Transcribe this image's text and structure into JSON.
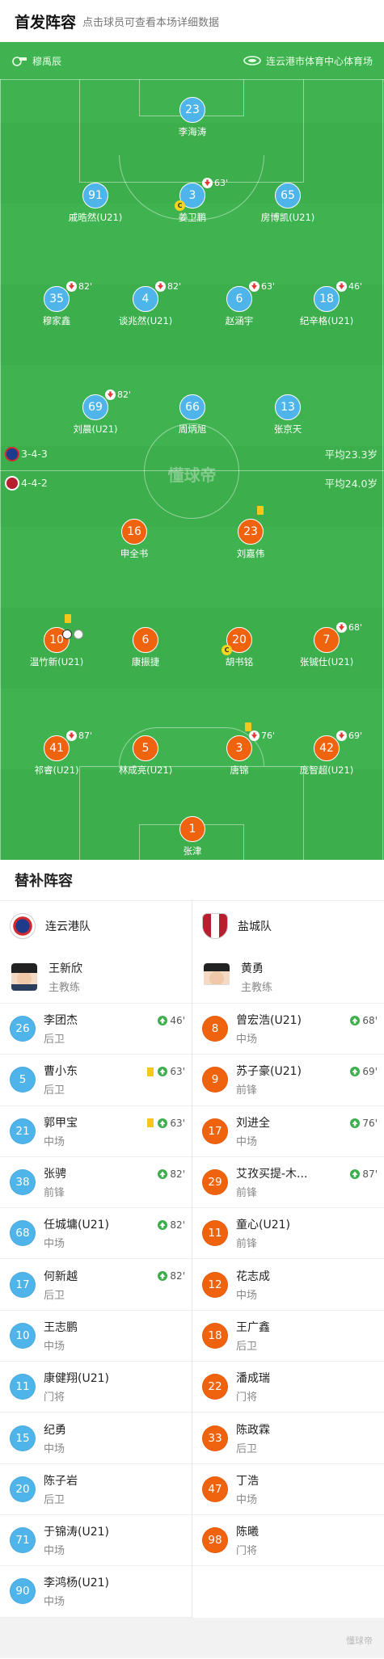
{
  "header": {
    "title": "首发阵容",
    "subtitle": "点击球员可查看本场详细数据"
  },
  "referee": "穆禹辰",
  "venue": "连云港市体育中心体育场",
  "watermark": "懂球帝",
  "home": {
    "formation": "3-4-3",
    "avg_age": "平均23.3岁",
    "color": "#4fb4ea"
  },
  "away": {
    "formation": "4-4-2",
    "avg_age": "平均24.0岁",
    "color": "#f0630e"
  },
  "home_players": [
    {
      "num": "23",
      "name": "李海涛"
    },
    {
      "num": "91",
      "name": "戚晧然(U21)"
    },
    {
      "num": "3",
      "name": "姜卫鹏",
      "sub": "63'",
      "captain": "C"
    },
    {
      "num": "65",
      "name": "房博凯(U21)"
    },
    {
      "num": "35",
      "name": "穆家鑫",
      "sub": "82'"
    },
    {
      "num": "4",
      "name": "谈兆然(U21)",
      "sub": "82'"
    },
    {
      "num": "6",
      "name": "赵涵宇",
      "sub": "63'"
    },
    {
      "num": "18",
      "name": "纪辛格(U21)",
      "sub": "46'"
    },
    {
      "num": "69",
      "name": "刘晨(U21)",
      "sub": "82'"
    },
    {
      "num": "66",
      "name": "周炳旭"
    },
    {
      "num": "13",
      "name": "张京天"
    }
  ],
  "away_players": [
    {
      "num": "16",
      "name": "申全书"
    },
    {
      "num": "23",
      "name": "刘嘉伟"
    },
    {
      "num": "10",
      "name": "温竹新(U21)"
    },
    {
      "num": "6",
      "name": "康振捷"
    },
    {
      "num": "20",
      "name": "胡书铭",
      "captain": "C"
    },
    {
      "num": "7",
      "name": "张铖仕(U21)",
      "sub": "68'"
    },
    {
      "num": "41",
      "name": "祁睿(U21)",
      "sub": "87'"
    },
    {
      "num": "5",
      "name": "林成亮(U21)"
    },
    {
      "num": "3",
      "name": "唐锦",
      "sub": "76'"
    },
    {
      "num": "42",
      "name": "庞智超(U21)",
      "sub": "69'"
    },
    {
      "num": "1",
      "name": "张津"
    }
  ],
  "subs": {
    "title": "替补阵容",
    "home_team": "连云港队",
    "away_team": "盐城队",
    "home_coach": {
      "name": "王新欣",
      "role": "主教练"
    },
    "away_coach": {
      "name": "黄勇",
      "role": "主教练"
    },
    "home_list": [
      {
        "num": "26",
        "name": "李团杰",
        "pos": "后卫",
        "in": "46'"
      },
      {
        "num": "5",
        "name": "曹小东",
        "pos": "后卫",
        "in": "63'",
        "card": "yellow"
      },
      {
        "num": "21",
        "name": "郭甲宝",
        "pos": "中场",
        "in": "63'",
        "card": "yellow"
      },
      {
        "num": "38",
        "name": "张骋",
        "pos": "前锋",
        "in": "82'"
      },
      {
        "num": "68",
        "name": "任城墉(U21)",
        "pos": "中场",
        "in": "82'"
      },
      {
        "num": "17",
        "name": "何新越",
        "pos": "后卫",
        "in": "82'"
      },
      {
        "num": "10",
        "name": "王志鹏",
        "pos": "中场"
      },
      {
        "num": "11",
        "name": "康健翔(U21)",
        "pos": "门将"
      },
      {
        "num": "15",
        "name": "纪勇",
        "pos": "中场"
      },
      {
        "num": "20",
        "name": "陈子岩",
        "pos": "后卫"
      },
      {
        "num": "71",
        "name": "于锦涛(U21)",
        "pos": "中场"
      },
      {
        "num": "90",
        "name": "李鸿杨(U21)",
        "pos": "中场"
      }
    ],
    "away_list": [
      {
        "num": "8",
        "name": "曾宏浩(U21)",
        "pos": "中场",
        "in": "68'"
      },
      {
        "num": "9",
        "name": "苏子豪(U21)",
        "pos": "前锋",
        "in": "69'"
      },
      {
        "num": "17",
        "name": "刘进全",
        "pos": "中场",
        "in": "76'"
      },
      {
        "num": "29",
        "name": "艾孜买提-木...",
        "pos": "前锋",
        "in": "87'"
      },
      {
        "num": "11",
        "name": "童心(U21)",
        "pos": "前锋"
      },
      {
        "num": "12",
        "name": "花志成",
        "pos": "中场"
      },
      {
        "num": "18",
        "name": "王广鑫",
        "pos": "后卫"
      },
      {
        "num": "22",
        "name": "潘成瑞",
        "pos": "门将"
      },
      {
        "num": "33",
        "name": "陈政霖",
        "pos": "后卫"
      },
      {
        "num": "47",
        "name": "丁浩",
        "pos": "中场"
      },
      {
        "num": "98",
        "name": "陈曦",
        "pos": "门将"
      }
    ]
  }
}
